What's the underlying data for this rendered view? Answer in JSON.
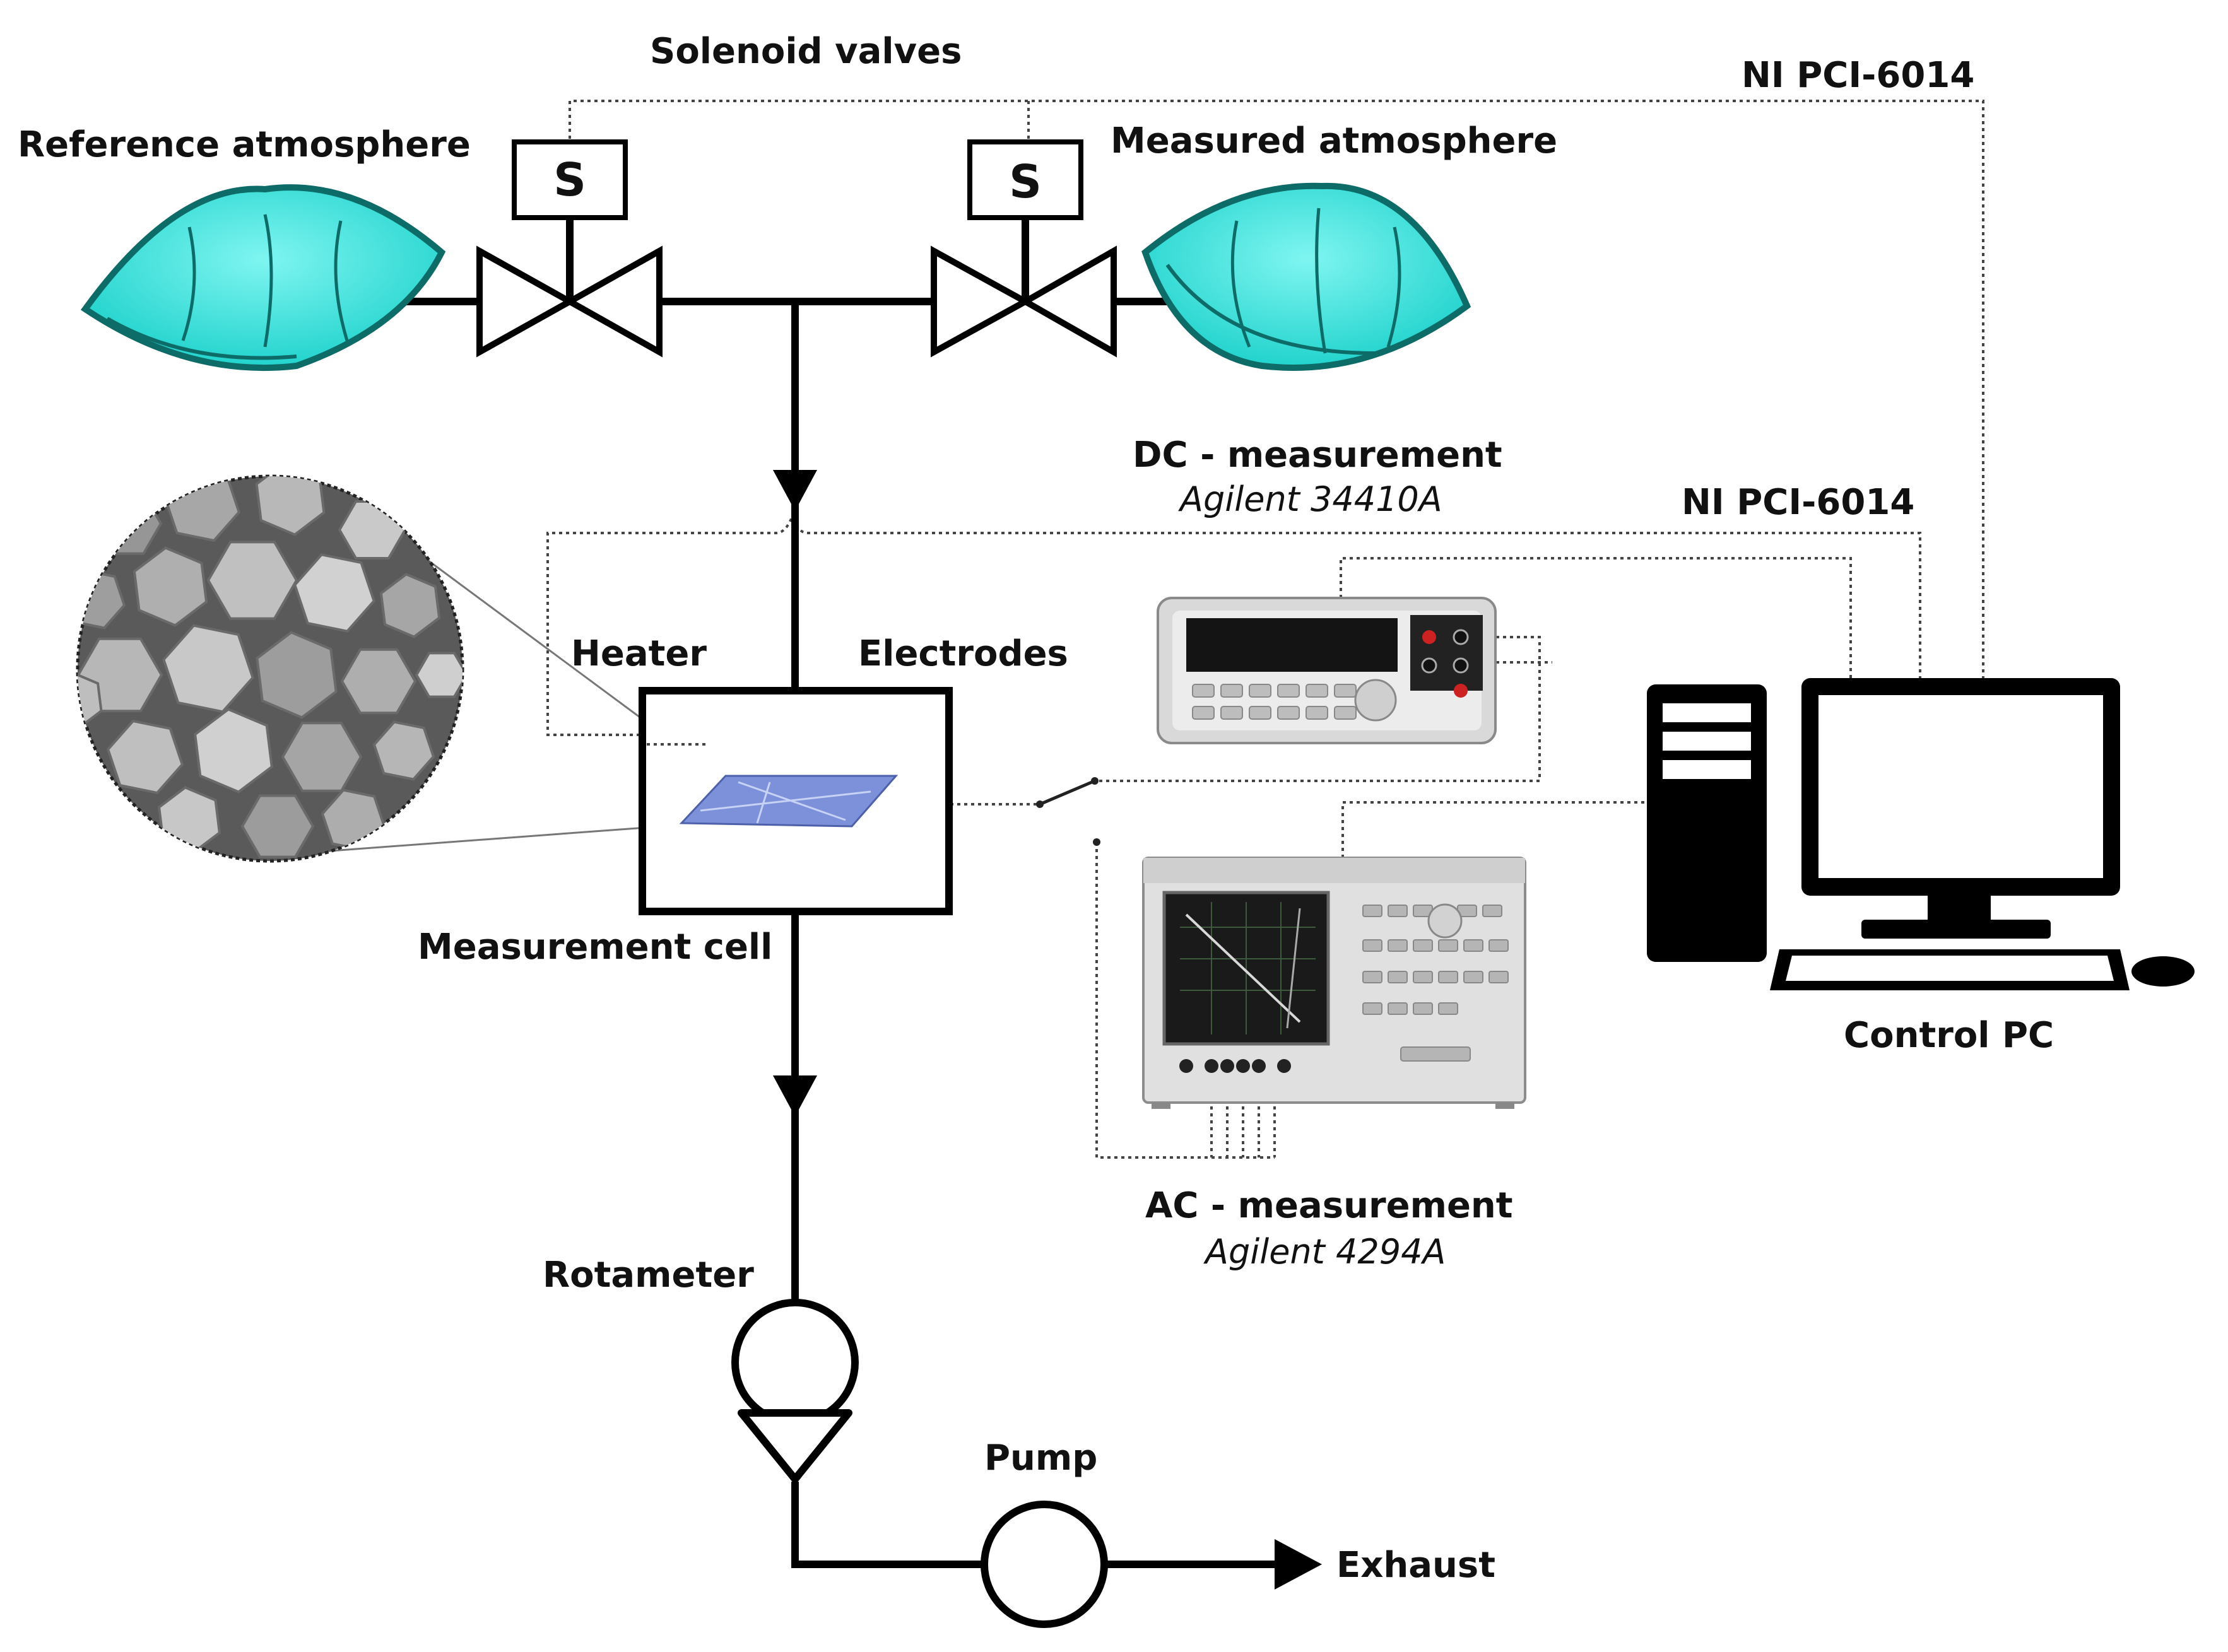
{
  "labels": {
    "solenoid_valves": "Solenoid valves",
    "ni_top": "NI PCI-6014",
    "reference_atmosphere": "Reference atmosphere",
    "measured_atmosphere": "Measured atmosphere",
    "valve_letter_left": "S",
    "valve_letter_right": "S",
    "dc_measurement": "DC - measurement",
    "dc_model": "Agilent 34410A",
    "ni_mid": "NI PCI-6014",
    "heater": "Heater",
    "electrodes": "Electrodes",
    "measurement_cell": "Measurement cell",
    "control_pc": "Control PC",
    "ac_measurement": "AC - measurement",
    "ac_model": "Agilent 4294A",
    "rotameter": "Rotameter",
    "pump": "Pump",
    "exhaust": "Exhaust"
  },
  "colors": {
    "gas_bag": "#2ee0da",
    "gas_bag_dark": "#128a86",
    "pipe": "#000000",
    "wiring": "#444444",
    "sem_background": "#5a5a5a",
    "sensor_substrate": "#6f86d6"
  },
  "icons": {
    "valves": "solenoid-valve-icon",
    "bags": "gas-bag-icon",
    "dc_instrument": "multimeter-icon",
    "ac_instrument": "impedance-analyzer-icon",
    "pc": "desktop-computer-icon",
    "micrograph": "sem-micrograph-icon",
    "rotameter": "rotameter-icon",
    "pump": "pump-icon"
  }
}
